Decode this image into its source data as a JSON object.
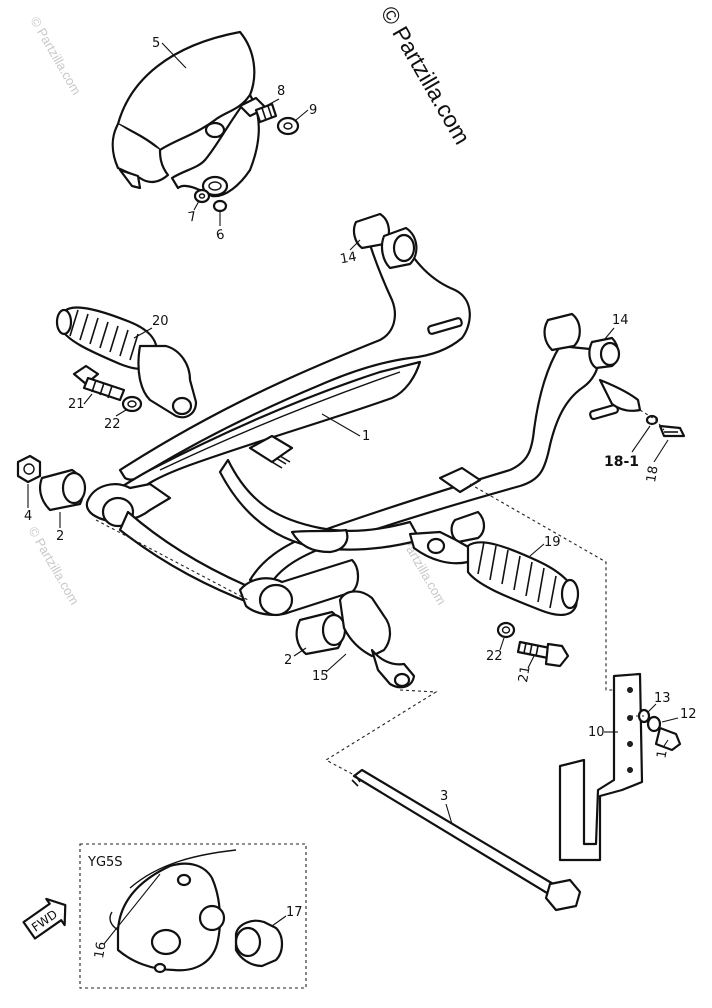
{
  "watermarks": {
    "main": "© Partzilla.com",
    "faint": "© Partzilla.com"
  },
  "inset": {
    "label": "YG5S",
    "fwd_label": "FWD"
  },
  "callouts": {
    "c1": "1",
    "c1b": "1",
    "c2a": "2",
    "c2b": "2",
    "c3": "3",
    "c4": "4",
    "c5": "5",
    "c6": "6",
    "c7": "7",
    "c8": "8",
    "c9": "9",
    "c10": "10",
    "c12": "12",
    "c13": "13",
    "c14a": "14",
    "c14b": "14",
    "c15": "15",
    "c16": "16",
    "c17": "17",
    "c18": "18",
    "c18_1": "18-1",
    "c19": "19",
    "c20": "20",
    "c21a": "21",
    "c21b": "21",
    "c22a": "22",
    "c22b": "22"
  },
  "colors": {
    "line": "#111111",
    "paper": "#ffffff",
    "watermark": "#c9c9c9"
  }
}
